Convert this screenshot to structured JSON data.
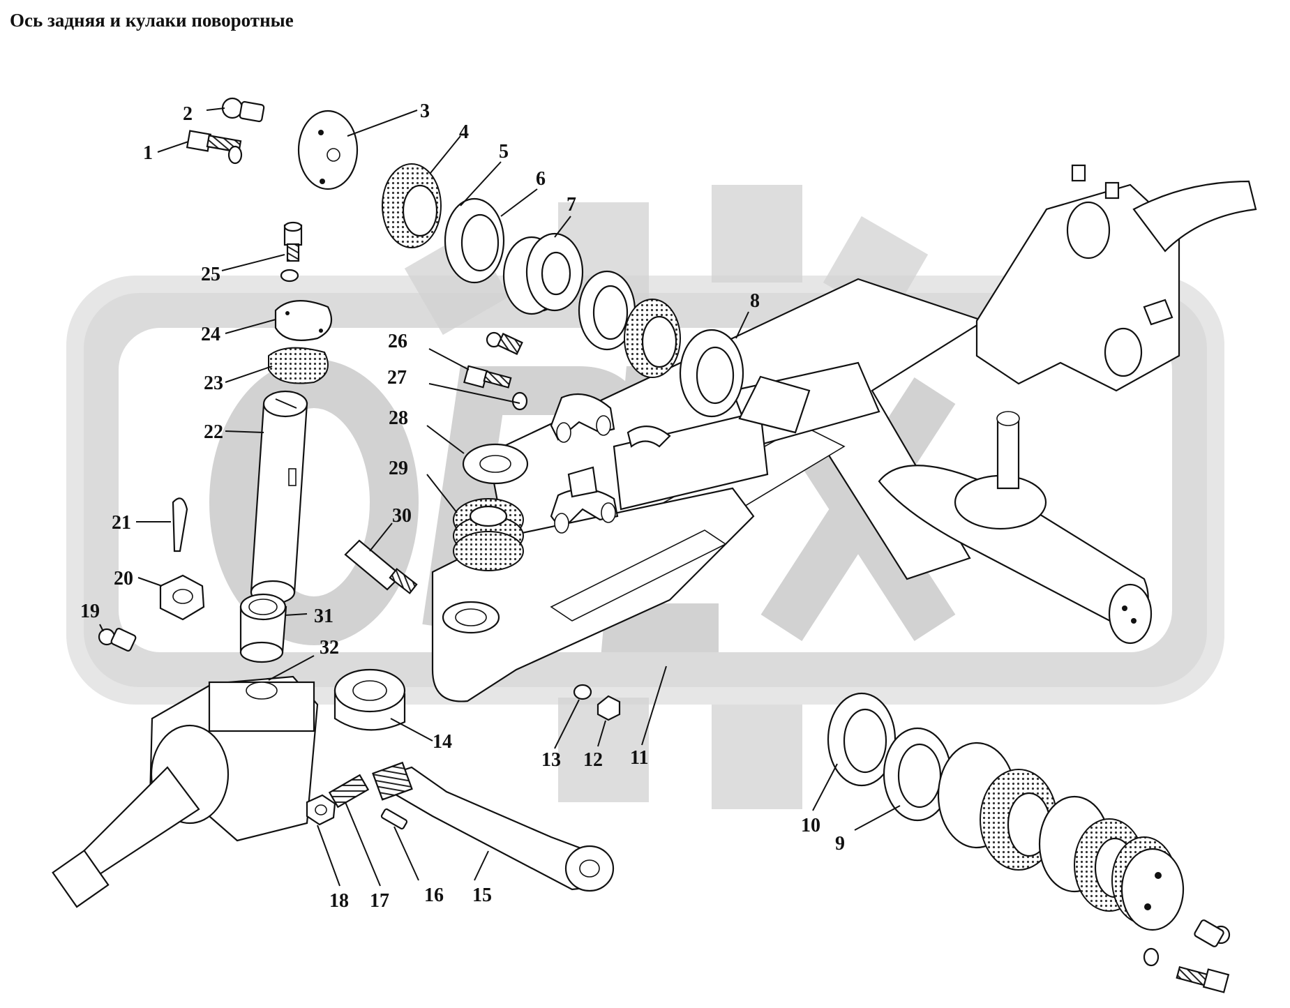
{
  "title": "Ось задняя и кулаки поворотные",
  "watermark": {
    "color": "#d2d2d2"
  },
  "callouts": [
    "1",
    "2",
    "3",
    "4",
    "5",
    "6",
    "7",
    "8",
    "9",
    "10",
    "11",
    "12",
    "13",
    "14",
    "15",
    "16",
    "17",
    "18",
    "19",
    "20",
    "21",
    "22",
    "23",
    "24",
    "25",
    "26",
    "27",
    "28",
    "29",
    "30",
    "31",
    "32"
  ]
}
